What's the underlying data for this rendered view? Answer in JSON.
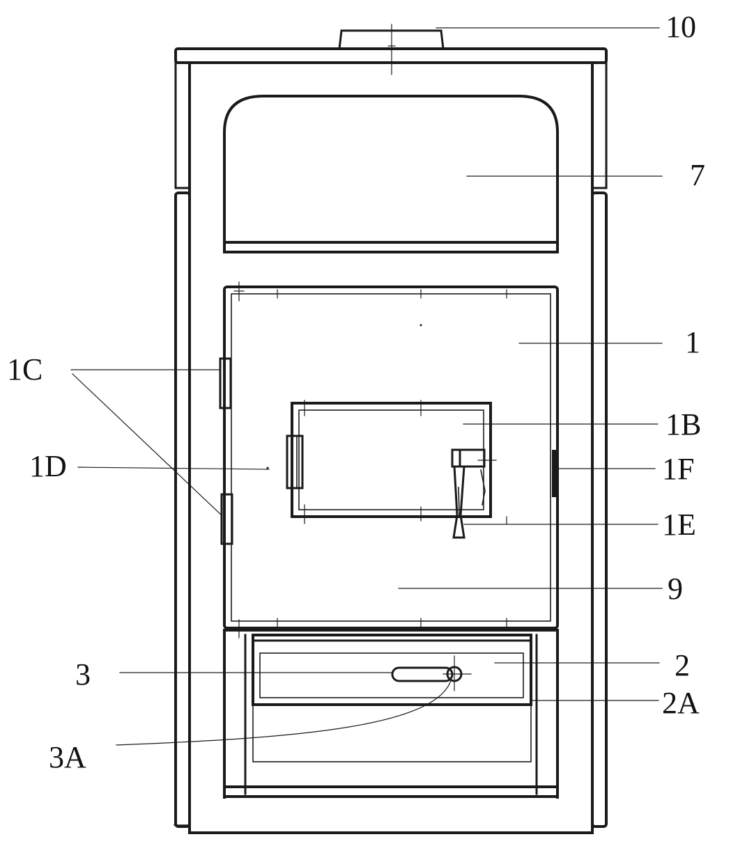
{
  "diagram": {
    "labels": {
      "l10": "10",
      "l7": "7",
      "l1": "1",
      "l1c": "1C",
      "l1b": "1B",
      "l1d": "1D",
      "l1f": "1F",
      "l1e": "1E",
      "l9": "9",
      "l2": "2",
      "l3": "3",
      "l2a": "2A",
      "l3a": "3A"
    },
    "colors": {
      "line": "#1a1a1a",
      "background": "#ffffff"
    }
  }
}
